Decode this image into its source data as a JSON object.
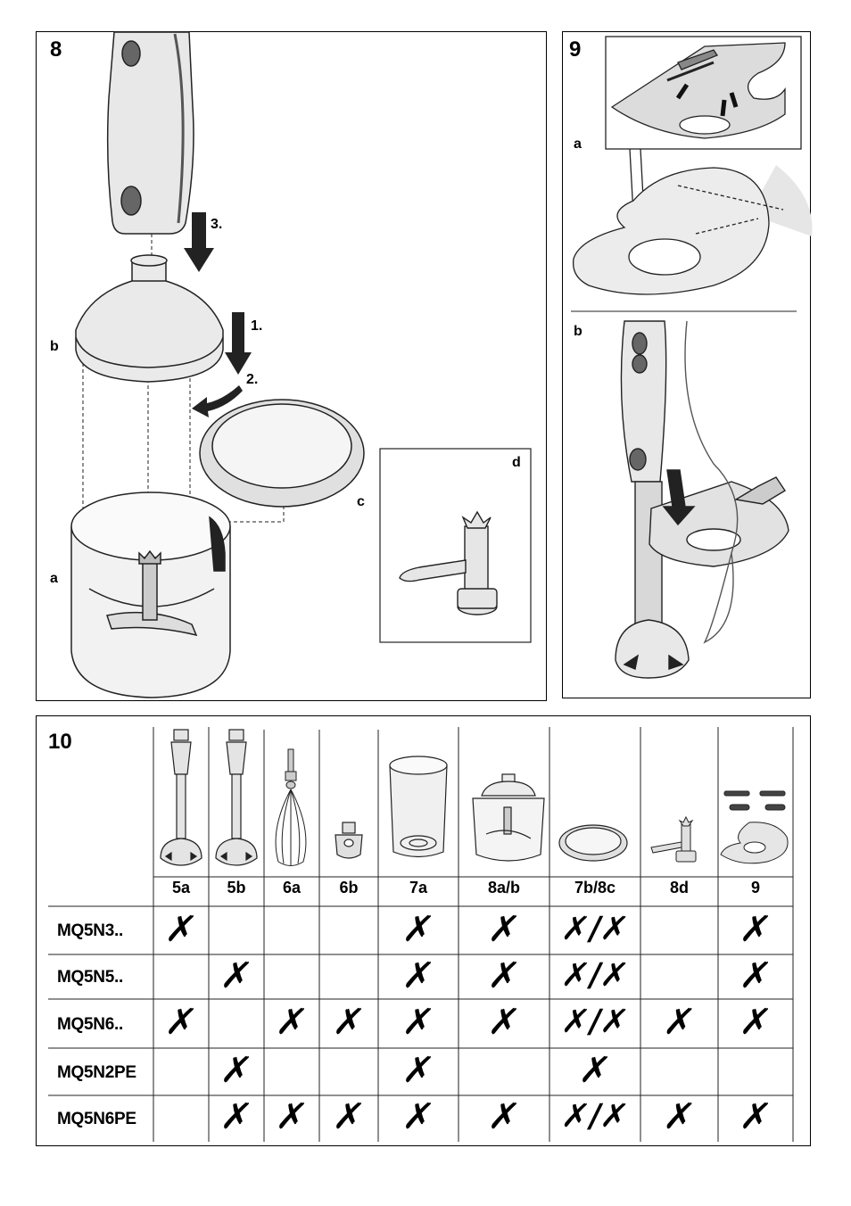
{
  "figure8": {
    "number": "8",
    "labels": {
      "a": "a",
      "b": "b",
      "c": "c",
      "d": "d"
    },
    "steps": {
      "s1": "1.",
      "s2": "2.",
      "s3": "3."
    }
  },
  "figure9": {
    "number": "9",
    "labels": {
      "a": "a",
      "b": "b"
    }
  },
  "figure10": {
    "number": "10",
    "columns": [
      "5a",
      "5b",
      "6a",
      "6b",
      "7a",
      "8a/b",
      "7b/8c",
      "8d",
      "9"
    ],
    "rows": [
      {
        "model": "MQ5N3..",
        "marks": [
          "✗",
          "",
          "",
          "",
          "✗",
          "✗",
          "✗/✗",
          "",
          "✗"
        ]
      },
      {
        "model": "MQ5N5..",
        "marks": [
          "",
          "✗",
          "",
          "",
          "✗",
          "✗",
          "✗/✗",
          "",
          "✗"
        ]
      },
      {
        "model": "MQ5N6..",
        "marks": [
          "✗",
          "",
          "✗",
          "✗",
          "✗",
          "✗",
          "✗/✗",
          "✗",
          "✗"
        ]
      },
      {
        "model": "MQ5N2PE",
        "marks": [
          "",
          "✗",
          "",
          "",
          "✗",
          "",
          "✗",
          "",
          ""
        ]
      },
      {
        "model": "MQ5N6PE",
        "marks": [
          "",
          "✗",
          "✗",
          "✗",
          "✗",
          "✗",
          "✗/✗",
          "✗",
          "✗"
        ]
      }
    ]
  },
  "icons": {
    "hand-blender": "hand-blender-icon",
    "whisk": "whisk-icon",
    "gear-adapter": "gear-adapter-icon",
    "beaker": "beaker-icon",
    "chopper-bowl": "chopper-bowl-icon",
    "lid": "lid-icon",
    "ice-blade": "ice-blade-icon",
    "wall-holder": "wall-holder-icon"
  }
}
